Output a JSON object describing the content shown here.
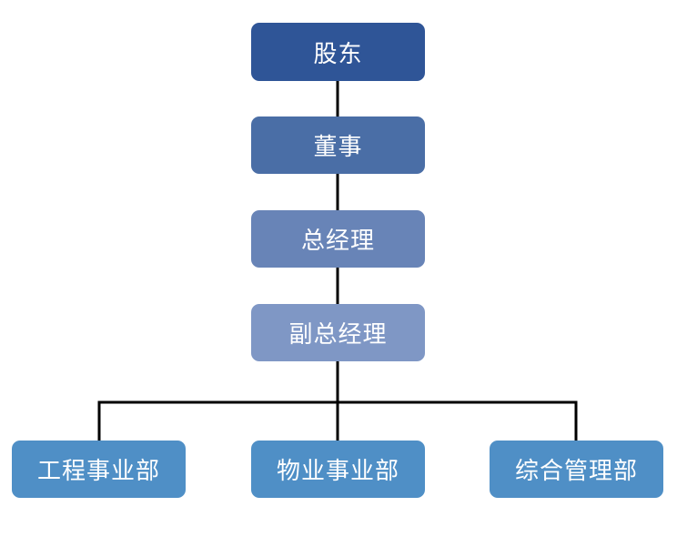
{
  "org_chart": {
    "nodes": {
      "shareholders": {
        "label": "股东",
        "color": "#2f5597"
      },
      "board": {
        "label": "董事",
        "color": "#4a6ea6"
      },
      "general_manager": {
        "label": "总经理",
        "color": "#6884b7"
      },
      "deputy_general_manager": {
        "label": "副总经理",
        "color": "#7f97c5"
      },
      "engineering_division": {
        "label": "工程事业部",
        "color": "#4f8fc6"
      },
      "property_division": {
        "label": "物业事业部",
        "color": "#4f8fc6"
      },
      "general_management_division": {
        "label": "综合管理部",
        "color": "#4f8fc6"
      }
    },
    "connector_color": "#000000"
  }
}
